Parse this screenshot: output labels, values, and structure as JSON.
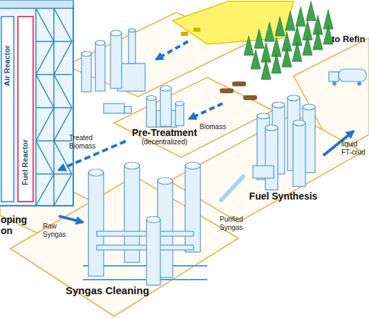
{
  "diagram": {
    "nodes": [
      {
        "text": [
          "to Refin"
        ]
      },
      {
        "text": [
          "Pre-Treatment",
          "(decentralized)"
        ]
      },
      {
        "text": [
          "Fuel Synthesis"
        ]
      },
      {
        "text": [
          "oping on"
        ]
      },
      {
        "text": [
          "Syngas Cleaning"
        ]
      }
    ],
    "edges": [
      {
        "from": 1,
        "to": 3,
        "label": "Treated Biomass",
        "arrow": "to"
      },
      {
        "from": 3,
        "to": 4,
        "label": "Raw Syngas",
        "arrow": "to"
      },
      {
        "from": 4,
        "to": 2,
        "label": "Purified Syngas",
        "arrow": "none"
      },
      {
        "from": 2,
        "to": 0,
        "label": "liquid FT-crud",
        "arrow": "to"
      }
    ],
    "labels": [
      "Biomass",
      "Air Reactor",
      "Fuel Reactor"
    ]
  }
}
